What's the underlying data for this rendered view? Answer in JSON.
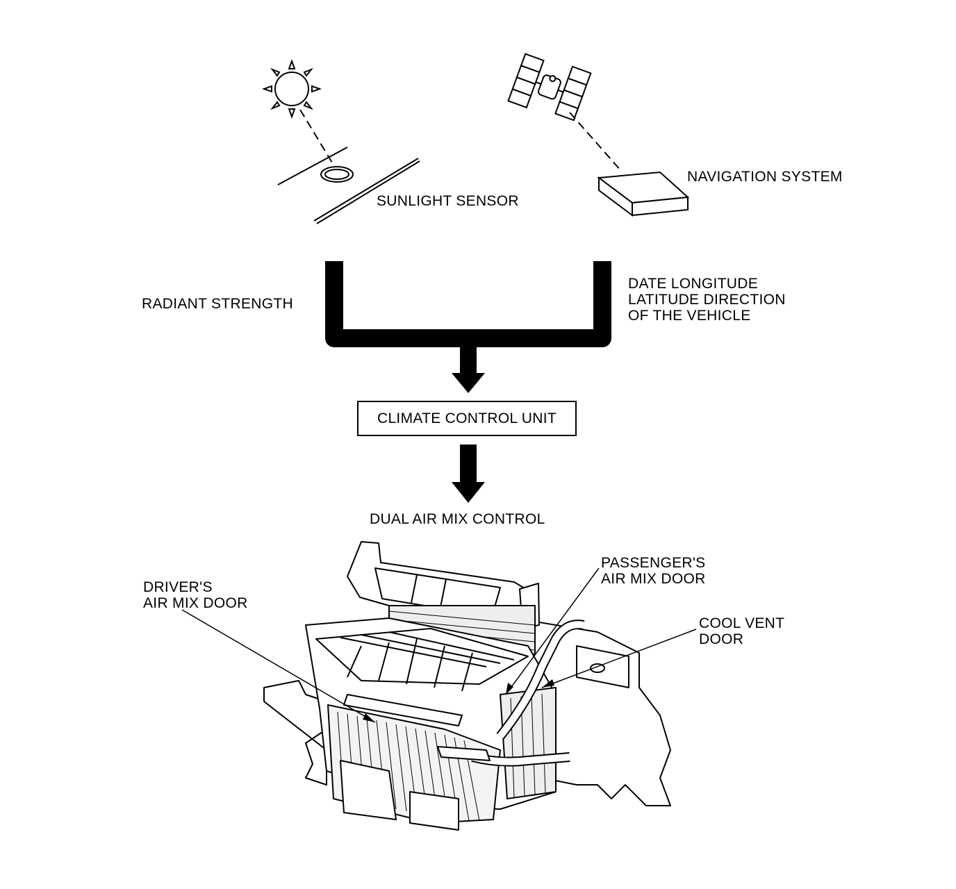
{
  "labels": {
    "sunlight_sensor": "SUNLIGHT SENSOR",
    "navigation_system": "NAVIGATION SYSTEM",
    "radiant_strength": "RADIANT STRENGTH",
    "nav_data_line1": "DATE LONGITUDE",
    "nav_data_line2": "LATITUDE DIRECTION",
    "nav_data_line3": "OF THE VEHICLE",
    "climate_control_unit": "CLIMATE CONTROL UNIT",
    "dual_air_mix_control": "DUAL AIR MIX CONTROL",
    "drivers_door_line1": "DRIVER'S",
    "drivers_door_line2": "AIR MIX DOOR",
    "passengers_door_line1": "PASSENGER'S",
    "passengers_door_line2": "AIR MIX DOOR",
    "cool_vent_line1": "COOL VENT",
    "cool_vent_line2": "DOOR"
  },
  "icons": {
    "sun": "sun-icon",
    "satellite": "satellite-icon",
    "sensor": "sunlight-sensor-icon",
    "navigation_unit": "navigation-unit-icon",
    "hvac_unit": "hvac-unit-illustration"
  },
  "colors": {
    "line": "#000000",
    "background": "#ffffff"
  }
}
